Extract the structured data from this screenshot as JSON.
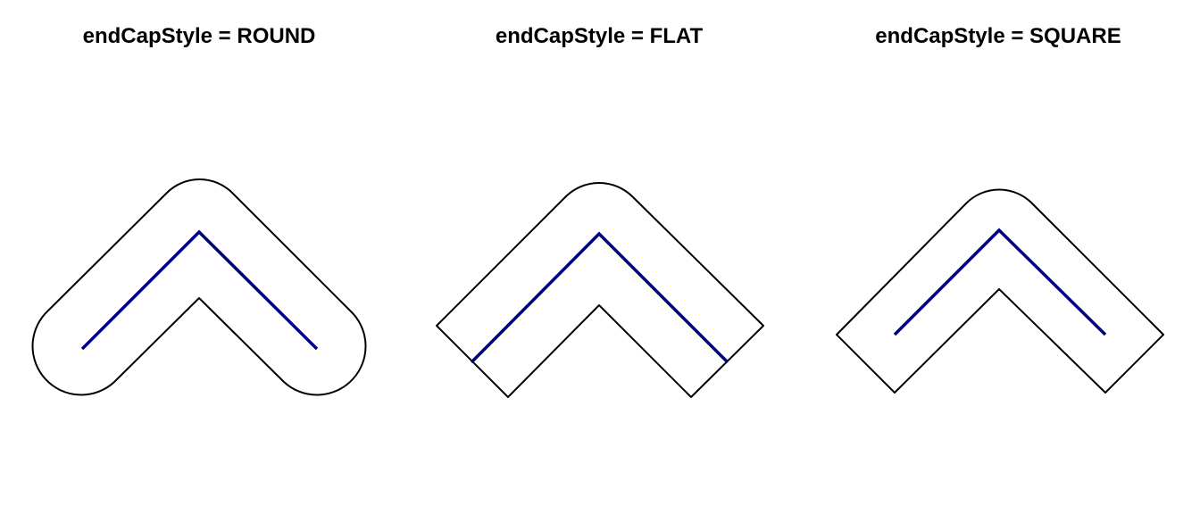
{
  "panels": [
    {
      "title": "endCapStyle = ROUND",
      "cap_style": "ROUND"
    },
    {
      "title": "endCapStyle = FLAT",
      "cap_style": "FLAT"
    },
    {
      "title": "endCapStyle = SQUARE",
      "cap_style": "SQUARE"
    }
  ],
  "colors": {
    "background": "#ffffff",
    "buffer_outline": "#000000",
    "line": "#000080",
    "title_text": "#000000"
  }
}
